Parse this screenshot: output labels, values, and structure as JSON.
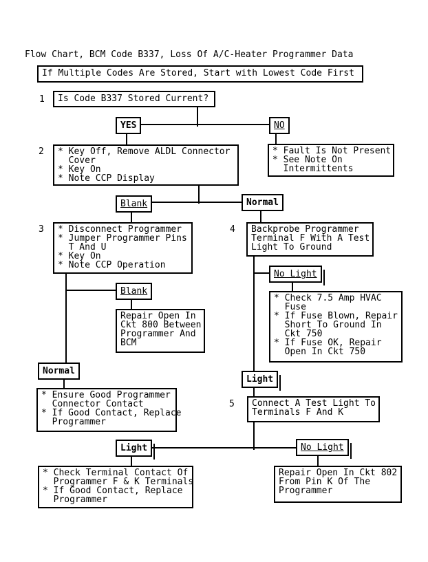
{
  "title": "Flow Chart, BCM Code B337, Loss Of A/C-Heater Programmer Data",
  "note": "If Multiple Codes Are Stored, Start with Lowest Code First",
  "nodes": {
    "q1": {
      "num": "1",
      "text": "Is Code B337 Stored Current?"
    },
    "s2": {
      "num": "2",
      "text": "* Key Off, Remove ALDL Connector\n  Cover\n* Key On\n* Note CCP Display"
    },
    "fault": {
      "text": "* Fault Is Not Present\n* See Note On\n  Intermittents"
    },
    "s3": {
      "num": "3",
      "text": "* Disconnect Programmer\n* Jumper Programmer Pins\n  T And U\n* Key On\n* Note CCP Operation"
    },
    "s4": {
      "num": "4",
      "text": "Backprobe Programmer\nTerminal F With A Test\nLight To Ground"
    },
    "repair800": {
      "text": "Repair Open In\nCkt 800 Between\nProgrammer And\nBCM"
    },
    "fuse": {
      "text": "* Check 7.5 Amp HVAC\n  Fuse\n* If Fuse Blown, Repair\n  Short To Ground In\n  Ckt 750\n* If Fuse OK, Repair\n  Open In Ckt 750"
    },
    "ensure": {
      "text": "* Ensure Good Programmer\n  Connector Contact\n* If Good Contact, Replace\n  Programmer"
    },
    "s5": {
      "num": "5",
      "text": "Connect A Test Light To\nTerminals F And K"
    },
    "check": {
      "text": "* Check Terminal Contact Of\n  Programmer F & K Terminals\n* If Good Contact, Replace\n  Programmer"
    },
    "repair802": {
      "text": "Repair Open In Ckt 802\nFrom Pin K Of The\nProgrammer"
    }
  },
  "branch_labels": {
    "yes": "YES",
    "no": "NO",
    "blank": "Blank",
    "normal": "Normal",
    "blank2": "Blank",
    "normal2": "Normal",
    "no_light": "No Light",
    "light": "Light",
    "light2": "Light",
    "no_light2": "No Light"
  },
  "colors": {
    "ink": "#000000",
    "paper": "#ffffff"
  }
}
